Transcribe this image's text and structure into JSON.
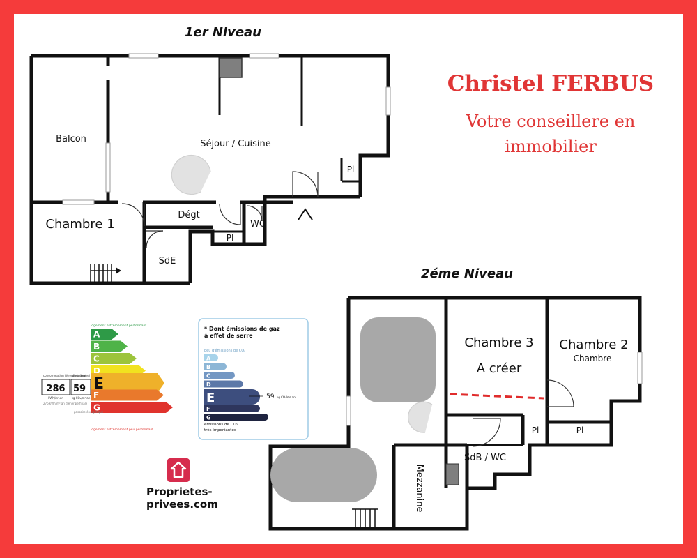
{
  "agent": {
    "name": "Christel FERBUS",
    "tagline_line1": "Votre conseillere en",
    "tagline_line2": "immobilier"
  },
  "levels": {
    "level1": {
      "title": "1er Niveau",
      "rooms": {
        "balcon": "Balcon",
        "sejour": "Séjour / Cuisine",
        "chambre1": "Chambre 1",
        "degt": "Dégt",
        "wc": "WC",
        "pl_a": "Pl",
        "pl_b": "Pl",
        "sde": "SdE"
      }
    },
    "level2": {
      "title": "2éme Niveau",
      "rooms": {
        "chambre3": "Chambre 3",
        "a_creer": "A créer",
        "chambre2": "Chambre 2",
        "chambre2_sub": "Chambre",
        "pl_a": "Pl",
        "pl_b": "Pl",
        "sdb": "SdB / WC",
        "mezzanine": "Mezzanine"
      }
    }
  },
  "energy_label": {
    "top_caption": "logement extrêmement performant",
    "bottom_caption": "logement extrêmement peu performant",
    "classes": [
      "A",
      "B",
      "C",
      "D",
      "E",
      "F",
      "G"
    ],
    "class_colors": [
      "#2e9a47",
      "#4fb348",
      "#9cc43b",
      "#f1e21f",
      "#efb12a",
      "#e9792c",
      "#e0332d"
    ],
    "rating": "E",
    "consumption_caption": "consommation (énergie primaire)",
    "emissions_caption": "émissions",
    "consumption_value": "286",
    "consumption_unit": "kWh/m².an",
    "emissions_value": "59",
    "emissions_unit": "kg CO₂/m².an",
    "consumption_note": "276 kWh/m².an d'énergie finale",
    "passoire_caption": "passoire énergétique"
  },
  "ghg_label": {
    "title_line1": "* Dont émissions de gaz",
    "title_line2": "à effet de serre",
    "low_caption": "peu d'émissions de CO₂",
    "classes": [
      "A",
      "B",
      "C",
      "D",
      "E",
      "F",
      "G"
    ],
    "class_colors": [
      "#a7d3ea",
      "#8cb6d6",
      "#7397c3",
      "#5c78a8",
      "#3d4e7e",
      "#2e365d",
      "#1f2440"
    ],
    "rating": "E",
    "value": "59",
    "unit": "kg CO₂/m².an",
    "high_caption_line1": "émissions de CO₂",
    "high_caption_line2": "très importantes"
  },
  "logo": {
    "icon": "house-icon",
    "line1": "Proprietes-",
    "line2": "privees.com"
  }
}
